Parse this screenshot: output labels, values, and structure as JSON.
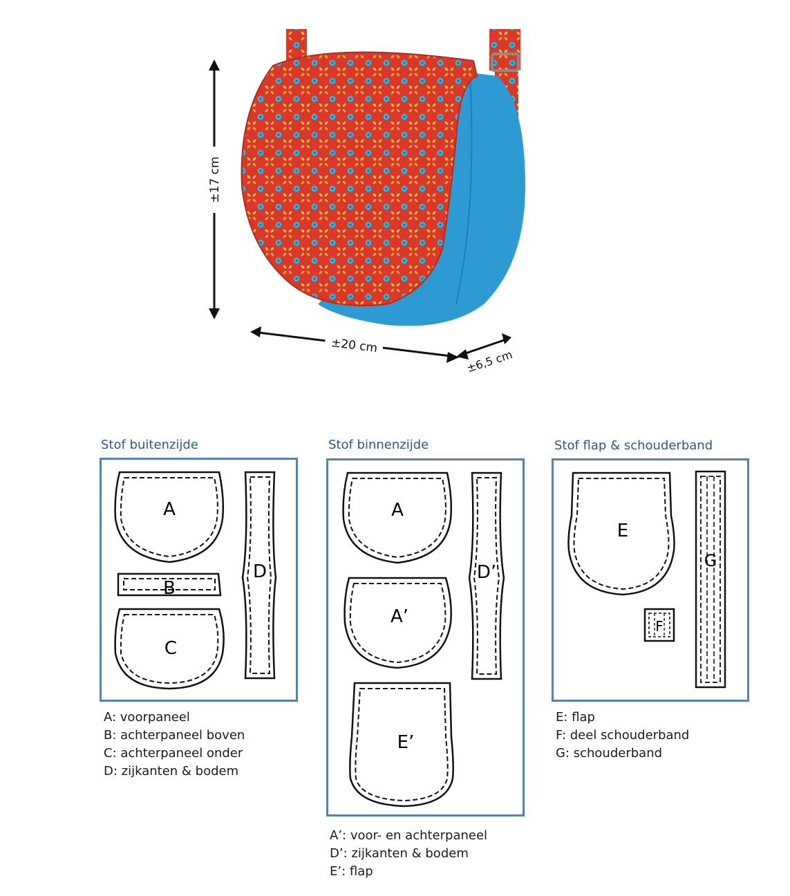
{
  "dimensions": {
    "height": "±17 cm",
    "width": "±20 cm",
    "depth": "±6,5 cm"
  },
  "panels": [
    {
      "title": "Stof buitenzijde",
      "pieces": [
        "A",
        "B",
        "C",
        "D"
      ],
      "legend": [
        "A: voorpaneel",
        "B: achterpaneel boven",
        "C: achterpaneel onder",
        "D: zijkanten & bodem"
      ]
    },
    {
      "title": "Stof binnenzijde",
      "pieces": [
        "A",
        "A’",
        "D’",
        "E’"
      ],
      "legend": [
        "A’: voor- en achterpaneel",
        "D’: zijkanten & bodem",
        "E’: flap"
      ]
    },
    {
      "title": "Stof flap & schouderband",
      "pieces": [
        "E",
        "F",
        "G"
      ],
      "legend": [
        "E: flap",
        "F: deel schouderband",
        "G: schouderband"
      ]
    }
  ],
  "colors": {
    "panel_border": "#5a82ae",
    "title": "#2b5a86",
    "bag_flap": "#d8392b",
    "bag_body": "#2d9ad3"
  }
}
